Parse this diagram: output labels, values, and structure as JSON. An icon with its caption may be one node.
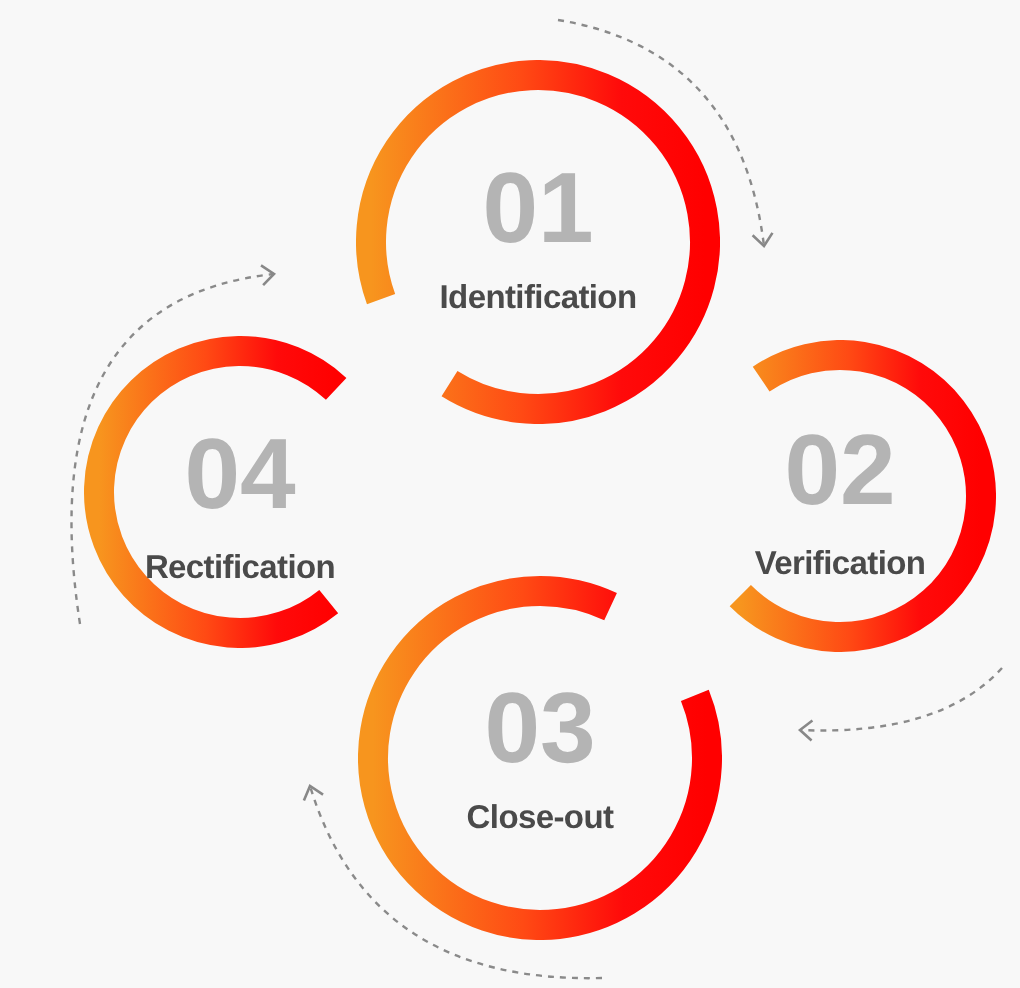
{
  "diagram": {
    "nodes": [
      {
        "text": [
          "01",
          "Identification"
        ]
      },
      {
        "text": [
          "02",
          "Verification"
        ]
      },
      {
        "text": [
          "03",
          "Close-out"
        ]
      },
      {
        "text": [
          "04",
          "Rectification"
        ]
      }
    ]
  }
}
